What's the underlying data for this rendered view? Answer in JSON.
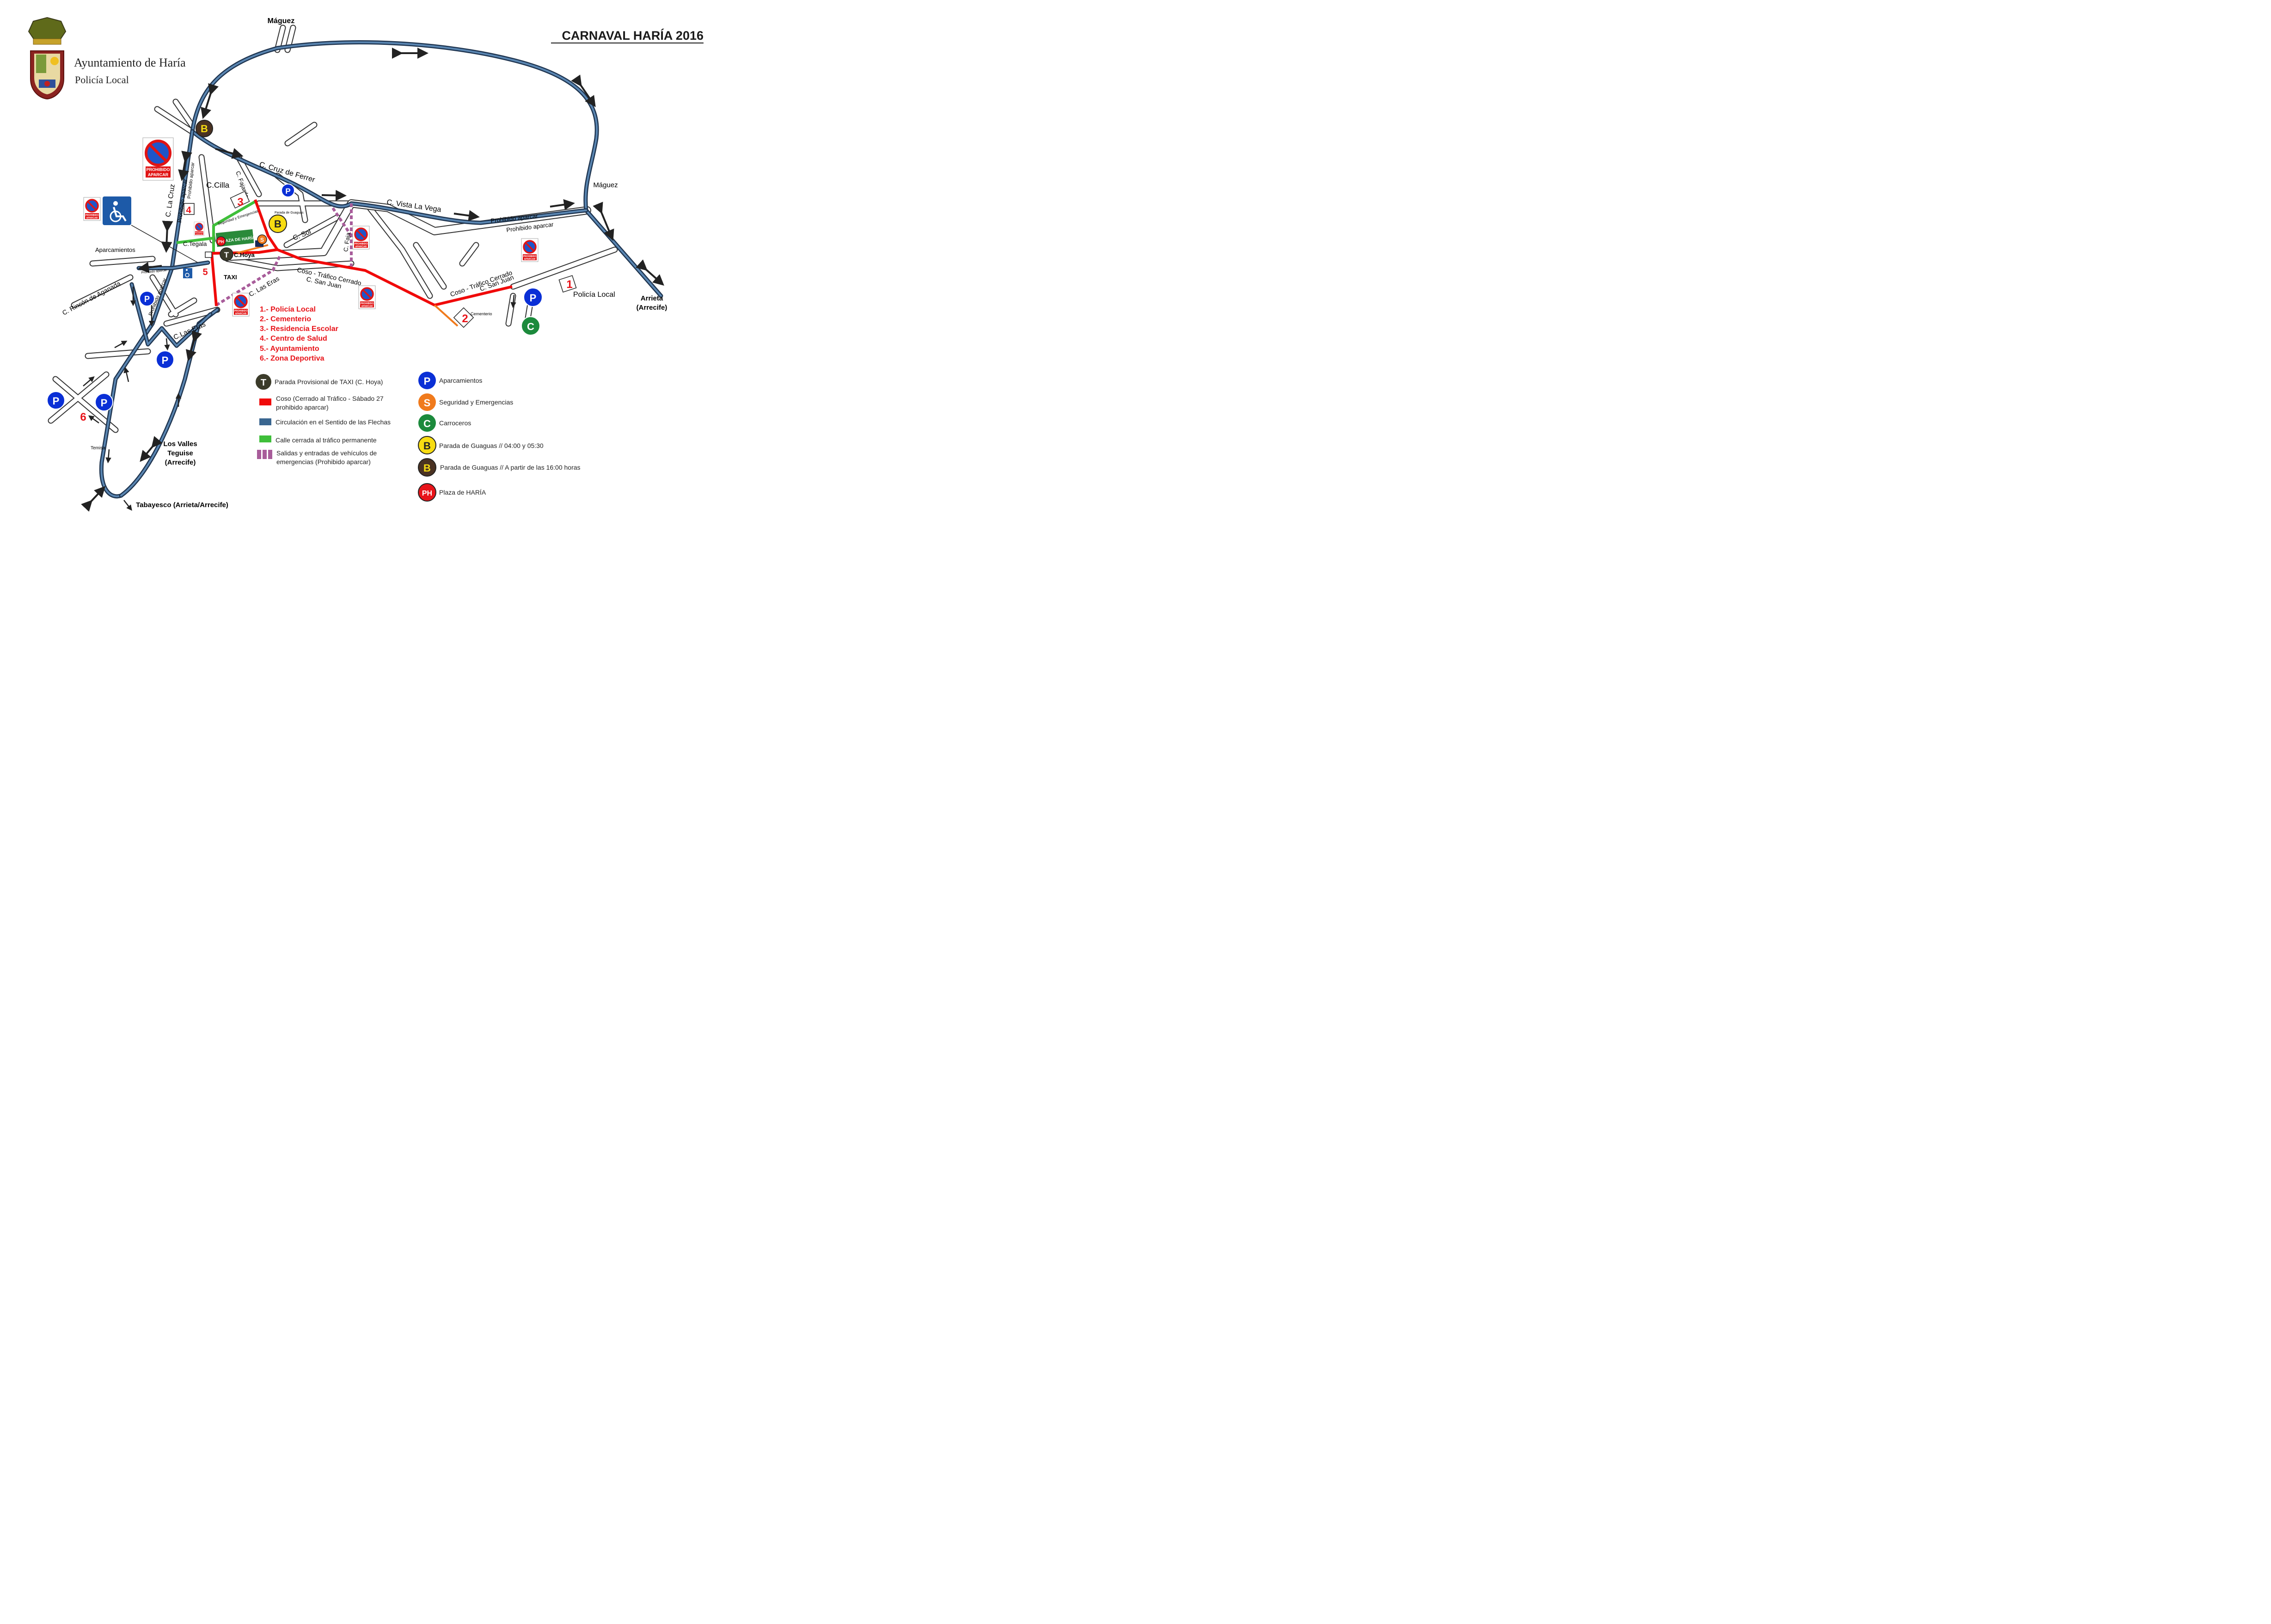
{
  "title": "CARNAVAL HARÍA 2016",
  "header": {
    "institution": "Ayuntamiento de Haría",
    "department": "Policía Local"
  },
  "colors": {
    "coso": "#f00a0a",
    "circulation": "#3a6690",
    "closed_street": "#3fbf3a",
    "emergency": "#a85c9a",
    "parking": "#0a2fd6",
    "security": "#f07a1c",
    "carroceros": "#1c8a3c",
    "bus_day": "#f7dc12",
    "bus_evening": "#4a3222",
    "plaza": "#e8141a",
    "taxi": "#3b3b2a"
  },
  "destinations": {
    "maguez_top": "Máguez",
    "maguez_right": "Máguez",
    "arrieta_line1": "Arrieta",
    "arrieta_line2": "(Arrecife)",
    "los_valles_line1": "Los Valles",
    "los_valles_line2": "Teguise",
    "los_valles_line3": "(Arrecife)",
    "tabayesco": "Tabayesco (Arrieta/Arrecife)"
  },
  "streets": {
    "cruz_de_ferrer": "C. Cruz de Ferrer",
    "vista_la_vega": "C. Vista La Vega",
    "cilla": "C.Cilla",
    "fajardo": "C. Fajardo",
    "la_cruz": "C. La Cruz",
    "prohibido_aparcar_1": "Prohibido aparcar",
    "prohibido_aparcar_2": "Prohibido aparcar",
    "prohibido_aparcar_3": "Prohibido aparcar",
    "prohibido_aparcar_4": "Prohibido aparcar",
    "prohibido_aparcar_5": "Prohibido aparcar",
    "prohibido_aparcar_6": "Prohibido aparcar",
    "tegala": "C.Tegala",
    "hoya": "C.Hoya",
    "sol": "C. Sol",
    "faja": "C. Faja",
    "coso_line1": "Coso - Tráfico Cerrado",
    "coso_line2": "C. San Juan",
    "san_juan": "C. San Juan",
    "coso_right": "Coso - Tráfico Cerrado",
    "las_eras": "C. Las Eras",
    "las_eras_2": "C.Las Eras",
    "rincon": "C. Rincón de Aganada",
    "aparcamientos": "Aparcamientos",
    "taxi": "TAXI",
    "seguridad": "Seguridad y Emergencias",
    "parada_guaguas": "Parada de Guaguas",
    "plaza": "PLAZA DE HARÍA",
    "cementerio": "Cementerio",
    "policia_local": "Policía Local",
    "temisa": "Temisa"
  },
  "sign": {
    "line1": "PROHIBIDO",
    "line2": "APARCAR"
  },
  "markers": {
    "p": "P",
    "s": "S",
    "c": "C",
    "b": "B",
    "t": "T",
    "ph": "PH"
  },
  "numbers": {
    "n1": "1",
    "n2": "2",
    "n3": "3",
    "n4": "4",
    "n5": "5",
    "n6": "6"
  },
  "places": [
    "1.- Policía Local",
    "2.- Cementerio",
    "3.- Residencia Escolar",
    "4.- Centro de Salud",
    "5.- Ayuntamiento",
    "6.- Zona Deportiva"
  ],
  "legend": {
    "taxi": "Parada Provisional de TAXI (C. Hoya)",
    "coso_line1": "Coso (Cerrado al Tráfico - Sábado 27",
    "coso_line2": "prohibido aparcar)",
    "circulation": "Circulación en el Sentido de las Flechas",
    "closed": "Calle cerrada al tráfico permanente",
    "emergency_line1": "Salidas y entradas de vehículos de",
    "emergency_line2": "emergencias (Prohibido aparcar)",
    "parking": "Aparcamientos",
    "security": "Seguridad y Emergencias",
    "carroceros": "Carroceros",
    "bus_day": "Parada de Guaguas // 04:00 y 05:30",
    "bus_evening": "Parada de Guaguas // A partir de las 16:00 horas",
    "plaza": "Plaza de HARÍA"
  }
}
